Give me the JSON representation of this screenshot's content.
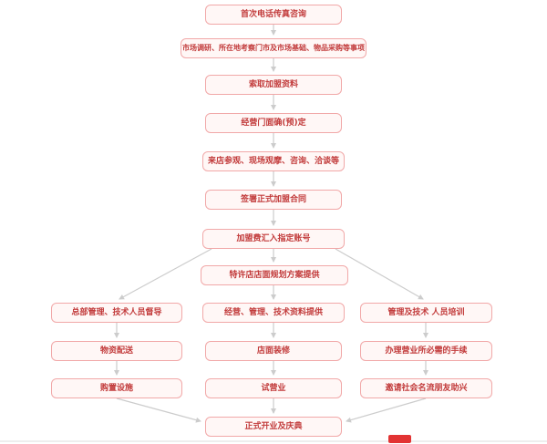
{
  "diagram": {
    "type": "flowchart",
    "direction": "top-down",
    "colors": {
      "node_border": "#f1a8a8",
      "node_fill": "#fff7f6",
      "node_text": "#c23b3b",
      "connector": "#cccccc",
      "watermark_badge": "#e23333"
    },
    "steps": {
      "s1": "首次电话传真咨询",
      "s2": "市场调研、所在地考察门市及市场基础、物品采购等事项",
      "s3": "索取加盟资料",
      "s4": "经营门面确(预)定",
      "s5": "来店参观、现场观摩、咨询、洽谈等",
      "s6": "签署正式加盟合同",
      "s7": "加盟费汇入指定账号",
      "s8": "特许店店面规划方案提供"
    },
    "branches": {
      "left": [
        "总部管理、技术人员督导",
        "物资配送",
        "购置设施"
      ],
      "middle": [
        "经营、管理、技术资料提供",
        "店面装修",
        "试营业"
      ],
      "right": [
        "管理及技术 人员培训",
        "办理营业所必需的手续",
        "邀请社会名流朋友助兴"
      ]
    },
    "final": "正式开业及庆典",
    "edges": [
      {
        "from": "s1",
        "to": "s2"
      },
      {
        "from": "s2",
        "to": "s3"
      },
      {
        "from": "s3",
        "to": "s4"
      },
      {
        "from": "s4",
        "to": "s5"
      },
      {
        "from": "s5",
        "to": "s6"
      },
      {
        "from": "s6",
        "to": "s7"
      },
      {
        "from": "s7",
        "to": "s8"
      },
      {
        "from": "s7",
        "to": "branches.left.0"
      },
      {
        "from": "s7",
        "to": "branches.right.0"
      },
      {
        "from": "s8",
        "to": "branches.middle.0"
      },
      {
        "from": "branches.left.0",
        "to": "branches.left.1"
      },
      {
        "from": "branches.left.1",
        "to": "branches.left.2"
      },
      {
        "from": "branches.middle.0",
        "to": "branches.middle.1"
      },
      {
        "from": "branches.middle.1",
        "to": "branches.middle.2"
      },
      {
        "from": "branches.right.0",
        "to": "branches.right.1"
      },
      {
        "from": "branches.right.1",
        "to": "branches.right.2"
      },
      {
        "from": "branches.left.2",
        "to": "final"
      },
      {
        "from": "branches.middle.2",
        "to": "final"
      },
      {
        "from": "branches.right.2",
        "to": "final"
      }
    ]
  }
}
